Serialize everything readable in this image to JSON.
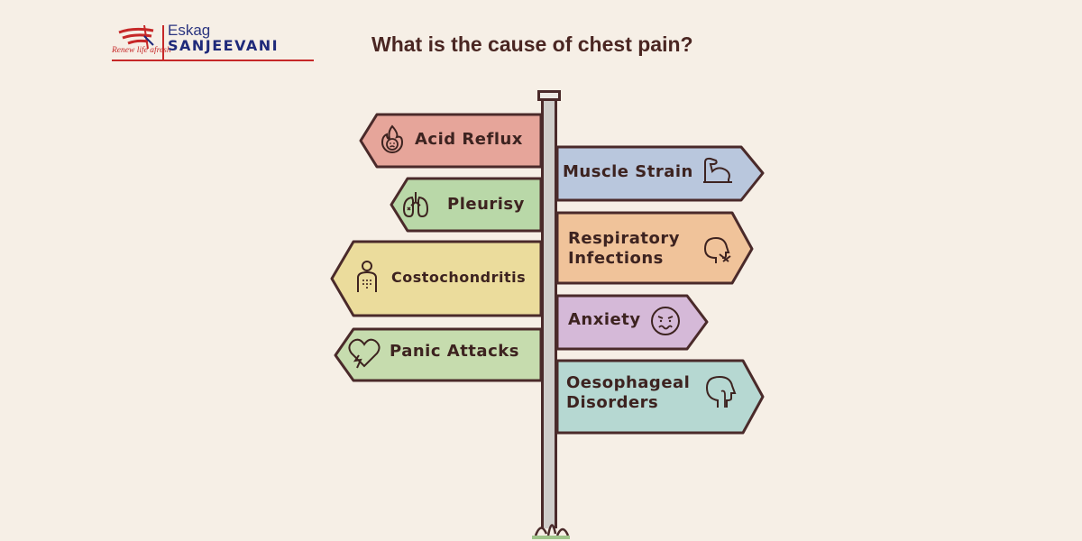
{
  "brand": {
    "name_top": "Eskag",
    "name_main": "SANJEEVANI",
    "tagline": "Renew life afresh",
    "accent_color": "#c62828",
    "primary_color": "#1f2a7a"
  },
  "title": "What is the cause of chest pain?",
  "signs": [
    {
      "label": "Acid Reflux",
      "icon": "flame-face-icon",
      "side": "left",
      "color": "#e6a59a"
    },
    {
      "label": "Muscle Strain",
      "icon": "flexed-arm-icon",
      "side": "right",
      "color": "#b9c7dd"
    },
    {
      "label": "Pleurisy",
      "icon": "lungs-icon",
      "side": "left",
      "color": "#b9d8a8"
    },
    {
      "label": "Respiratory Infections",
      "line1": "Respiratory",
      "line2": "Infections",
      "icon": "coughing-head-icon",
      "side": "right",
      "color": "#f0c39a"
    },
    {
      "label": "Costochondritis",
      "icon": "person-chest-icon",
      "side": "left",
      "color": "#ebdc9c"
    },
    {
      "label": "Anxiety",
      "icon": "worried-face-icon",
      "side": "right",
      "color": "#d5b9d8"
    },
    {
      "label": "Panic Attacks",
      "icon": "broken-heart-icon",
      "side": "left",
      "color": "#c6dcae"
    },
    {
      "label": "Oesophageal Disorders",
      "line1": "Oesophageal",
      "line2": "Disorders",
      "icon": "throat-profile-icon",
      "side": "right",
      "color": "#b6d8d2"
    }
  ]
}
